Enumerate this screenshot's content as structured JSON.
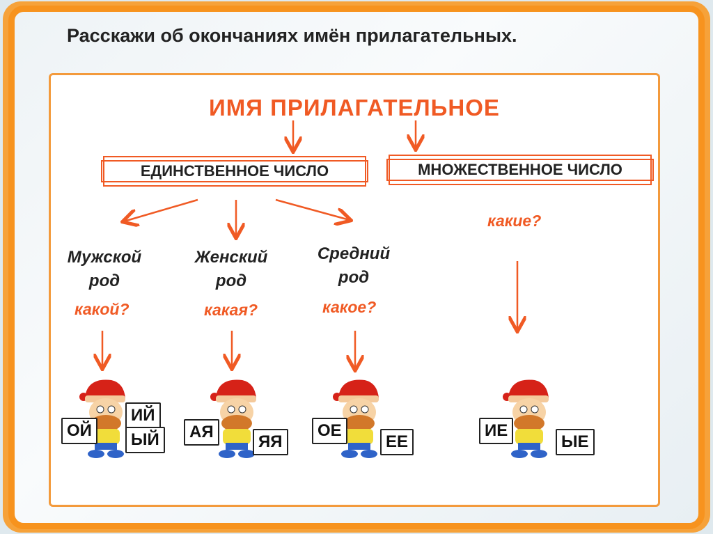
{
  "slide_title": "Расскажи об окончаниях имён прилагательных.",
  "main_title": "ИМЯ ПРИЛАГАТЕЛЬНОЕ",
  "singular": "ЕДИНСТВЕННОЕ ЧИСЛО",
  "plural": "МНОЖЕСТВЕННОЕ ЧИСЛО",
  "plural_question": "какие?",
  "genders": [
    {
      "name": "Мужской род",
      "question": "какой?",
      "endings": [
        "ОЙ",
        "ИЙ",
        "ЫЙ"
      ]
    },
    {
      "name": "Женский род",
      "question": "какая?",
      "endings": [
        "АЯ",
        "ЯЯ"
      ]
    },
    {
      "name": "Средний род",
      "question": "какое?",
      "endings": [
        "ОЕ",
        "ЕЕ"
      ]
    }
  ],
  "plural_endings": [
    "ИЕ",
    "ЫЕ"
  ],
  "colors": {
    "accent": "#f05a24",
    "frame": "#f7931e"
  }
}
